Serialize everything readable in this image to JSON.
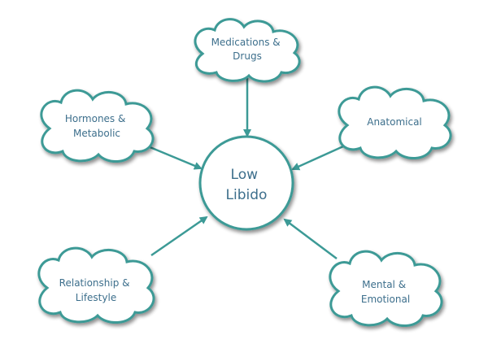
{
  "diagram": {
    "title": "Low Libido causes",
    "center": {
      "lines": [
        "Low",
        "Libido"
      ]
    },
    "causes": [
      {
        "id": "medications",
        "lines": [
          "Medications &",
          "Drugs"
        ]
      },
      {
        "id": "hormones",
        "lines": [
          "Hormones &",
          "Metabolic"
        ]
      },
      {
        "id": "anatomical",
        "lines": [
          "Anatomical"
        ]
      },
      {
        "id": "relationship",
        "lines": [
          "Relationship &",
          "Lifestyle"
        ]
      },
      {
        "id": "mental",
        "lines": [
          "Mental &",
          "Emotional"
        ]
      }
    ]
  },
  "colors": {
    "stroke": "#3c9a96",
    "fill": "#ffffff",
    "text": "#3d6f8c",
    "shadow": "#9a9a9a"
  }
}
